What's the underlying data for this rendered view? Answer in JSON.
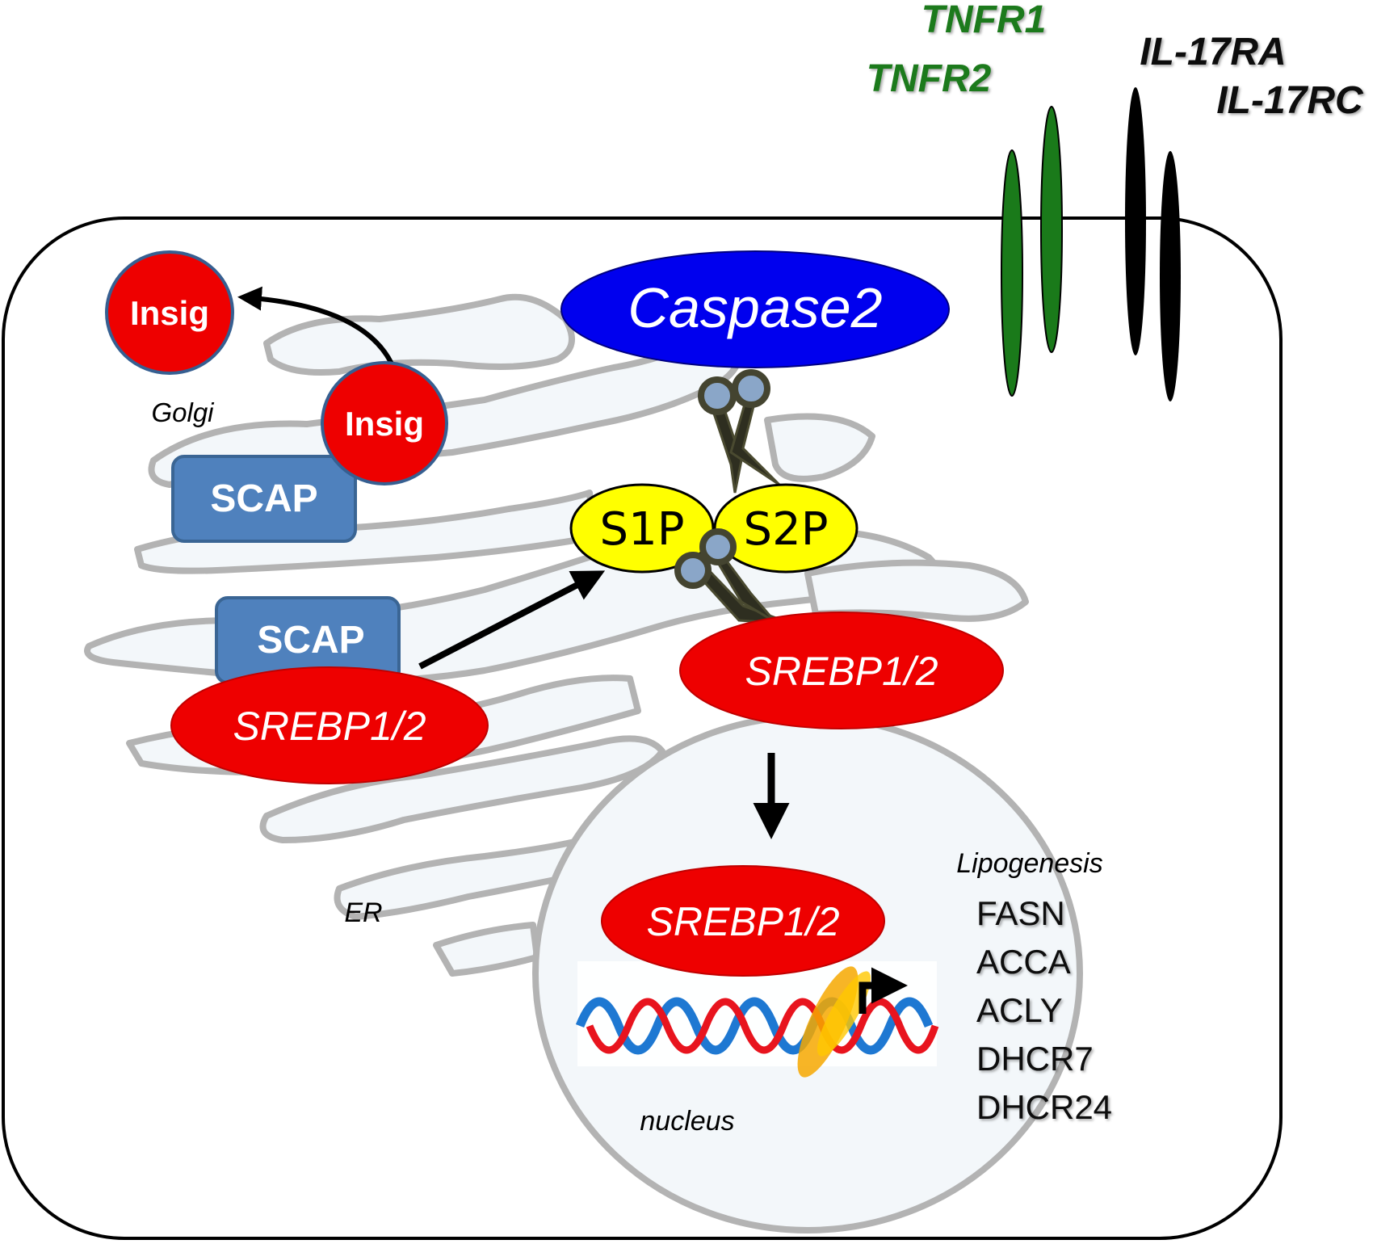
{
  "colors": {
    "red": "#ee0000",
    "blue": "#0000ee",
    "yellow": "#ffff00",
    "scap_blue": "#4f81bd",
    "green": "#1a7a1a",
    "organelle_fill": "#f3f7fa",
    "organelle_stroke": "#b3b3b3"
  },
  "receptors": {
    "tnfr1": "TNFR1",
    "tnfr2": "TNFR2",
    "il17ra": "IL-17RA",
    "il17rc": "IL-17RC"
  },
  "golgi": {
    "label": "Golgi",
    "insig_top": "Insig",
    "insig_bottom": "Insig",
    "scap": "SCAP"
  },
  "er": {
    "label": "ER",
    "scap": "SCAP",
    "srebp": "SREBP1/2"
  },
  "caspase": "Caspase2",
  "proteases": {
    "s1p": "S1P",
    "s2p": "S2P"
  },
  "cleaved_srebp": "SREBP1/2",
  "nucleus": {
    "label": "nucleus",
    "srebp": "SREBP1/2",
    "process_label": "Lipogenesis",
    "genes": [
      "FASN",
      "ACCA",
      "ACLY",
      "DHCR7",
      "DHCR24"
    ]
  }
}
